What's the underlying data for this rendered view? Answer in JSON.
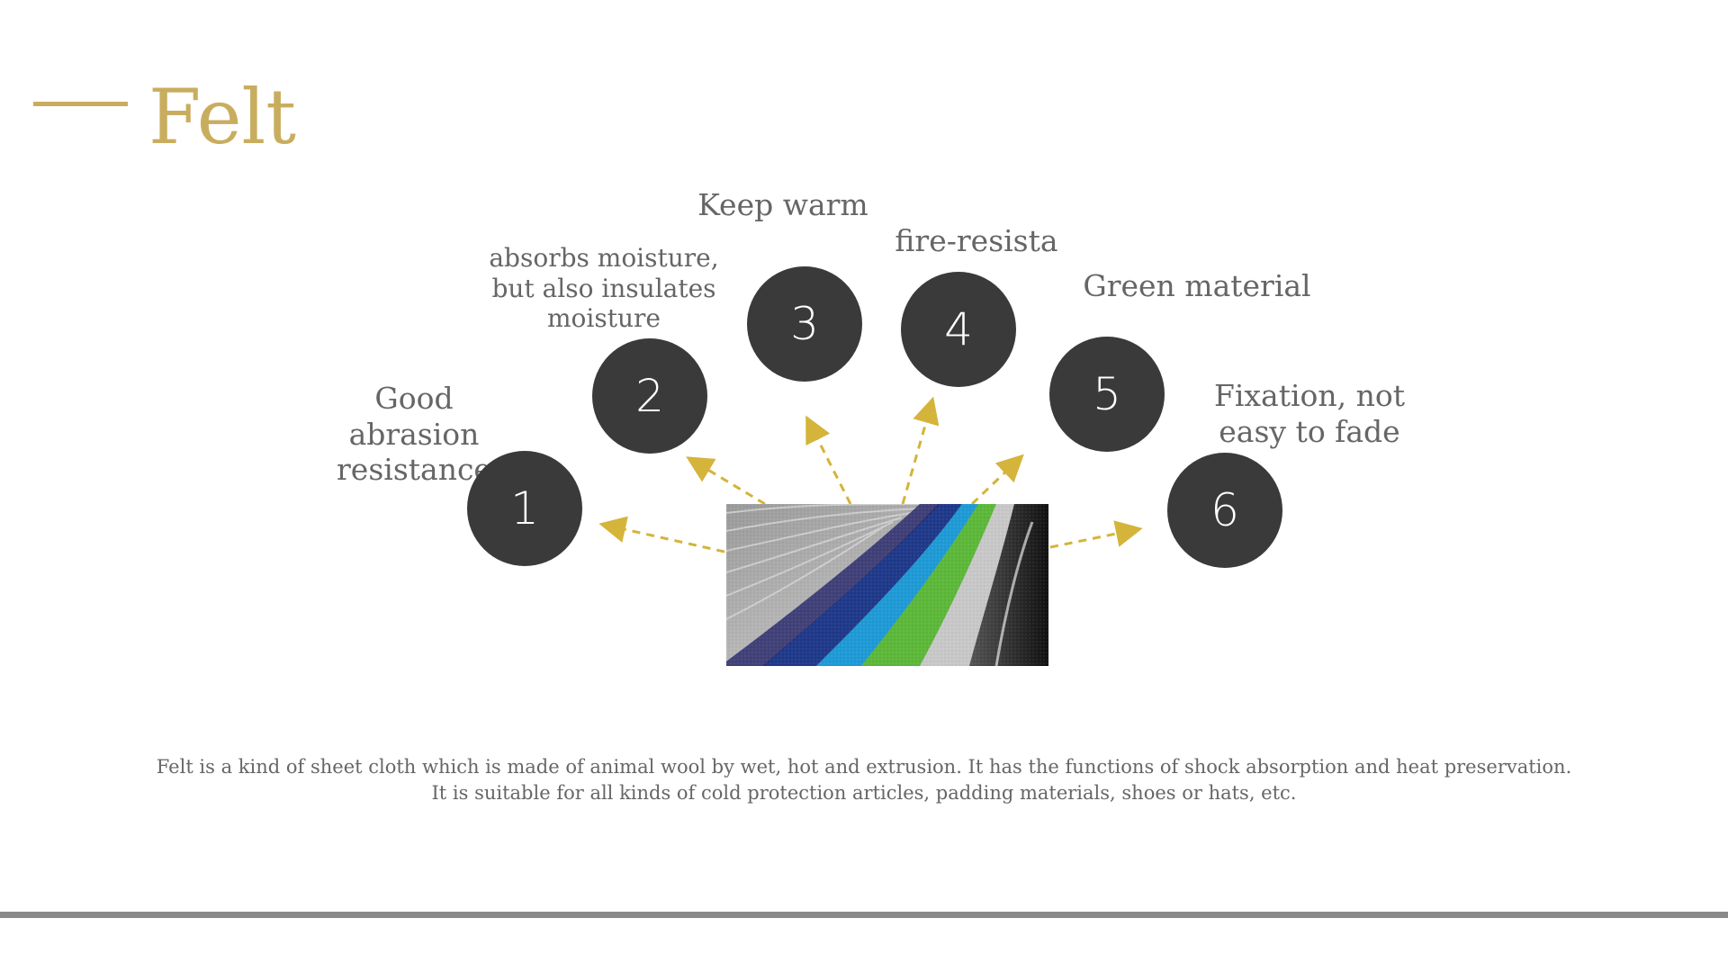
{
  "slide": {
    "title": "Felt",
    "accent_color": "#c9ad5e",
    "circle_color": "#3a3a3a",
    "arrow_color": "#d4b43a"
  },
  "features": [
    {
      "number": "1",
      "label": "Good abrasion resistance"
    },
    {
      "number": "2",
      "label": "absorbs moisture, but also insulates moisture"
    },
    {
      "number": "3",
      "label": "Keep warm"
    },
    {
      "number": "4",
      "label": "fire-resistant"
    },
    {
      "number": "5",
      "label": "Green material"
    },
    {
      "number": "6",
      "label": "Fixation, not easy to fade"
    }
  ],
  "description": {
    "line1": "Felt is a kind of sheet cloth which is made of animal wool by wet, hot and extrusion. It has the functions of shock absorption and heat preservation.",
    "line2": "It is suitable for all kinds of cold protection articles, padding materials, shoes or hats, etc."
  }
}
